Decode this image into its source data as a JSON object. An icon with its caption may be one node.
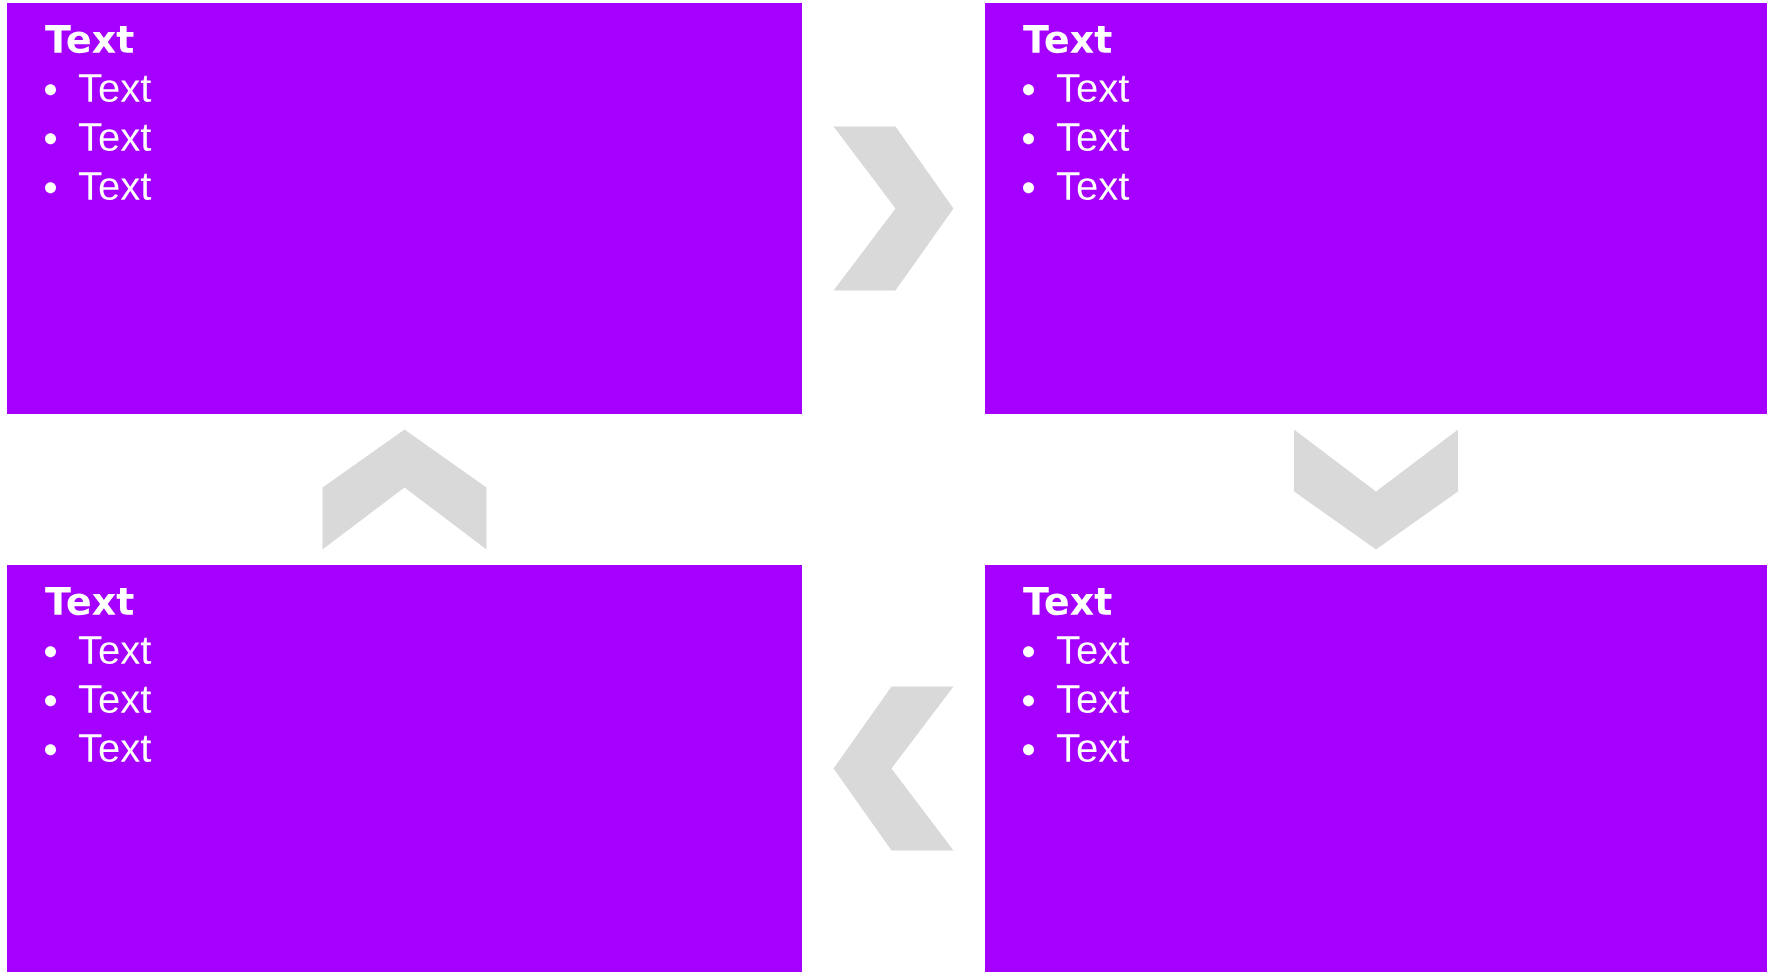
{
  "diagram": {
    "nodes": [
      {
        "text": [
          "Text",
          "Text",
          "Text",
          "Text"
        ]
      },
      {
        "text": [
          "Text",
          "Text",
          "Text",
          "Text"
        ]
      },
      {
        "text": [
          "Text",
          "Text",
          "Text",
          "Text"
        ]
      },
      {
        "text": [
          "Text",
          "Text",
          "Text",
          "Text"
        ]
      }
    ],
    "edges": [
      {
        "from": 0,
        "to": 1,
        "arrow": "to"
      },
      {
        "from": 1,
        "to": 3,
        "arrow": "to"
      },
      {
        "from": 3,
        "to": 2,
        "arrow": "to"
      },
      {
        "from": 2,
        "to": 0,
        "arrow": "to"
      }
    ]
  }
}
